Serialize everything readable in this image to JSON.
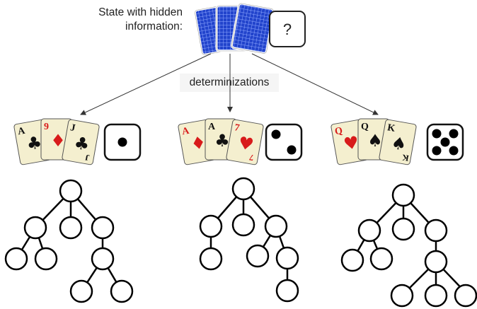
{
  "header": {
    "line1": "State with hidden",
    "line2": "information:",
    "unknown_symbol": "?"
  },
  "edge_label": "determinizations",
  "icons": {
    "hidden_cards": "face-down-card-icon",
    "unknown": "question-box-icon",
    "die": "die-icon"
  },
  "colors": {
    "card_back": "#2244cc",
    "card_face": "#f4efcf",
    "card_red": "#d81b1b",
    "card_black": "#111111",
    "tree_stroke": "#000000"
  },
  "determinizations": [
    {
      "cards": [
        {
          "rank": "A",
          "suit": "♣",
          "color": "black"
        },
        {
          "rank": "9",
          "suit": "♦",
          "color": "red"
        },
        {
          "rank": "J",
          "suit": "♣",
          "color": "black"
        }
      ],
      "die_value": 1
    },
    {
      "cards": [
        {
          "rank": "A",
          "suit": "♦",
          "color": "red"
        },
        {
          "rank": "A",
          "suit": "♣",
          "color": "black"
        },
        {
          "rank": "7",
          "suit": "♥",
          "color": "red"
        }
      ],
      "die_value": 2
    },
    {
      "cards": [
        {
          "rank": "Q",
          "suit": "♥",
          "color": "red"
        },
        {
          "rank": "Q",
          "suit": "♠",
          "color": "black"
        },
        {
          "rank": "K",
          "suit": "♠",
          "color": "black"
        }
      ],
      "die_value": 5
    }
  ]
}
